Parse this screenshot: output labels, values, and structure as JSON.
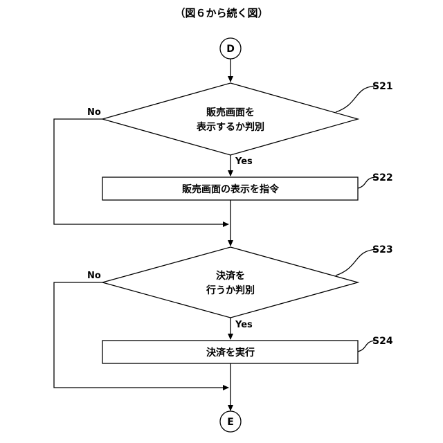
{
  "title": "（図６から続く図）",
  "connectors": {
    "start": "D",
    "end": "E"
  },
  "steps": [
    {
      "id": "S21",
      "kind": "decision",
      "lines": [
        "販売画面を",
        "表示するか判別"
      ],
      "yes": "Yes",
      "no": "No"
    },
    {
      "id": "S22",
      "kind": "process",
      "lines": [
        "販売画面の表示を指令"
      ]
    },
    {
      "id": "S23",
      "kind": "decision",
      "lines": [
        "決済を",
        "行うか判別"
      ],
      "yes": "Yes",
      "no": "No"
    },
    {
      "id": "S24",
      "kind": "process",
      "lines": [
        "決済を実行"
      ]
    }
  ]
}
